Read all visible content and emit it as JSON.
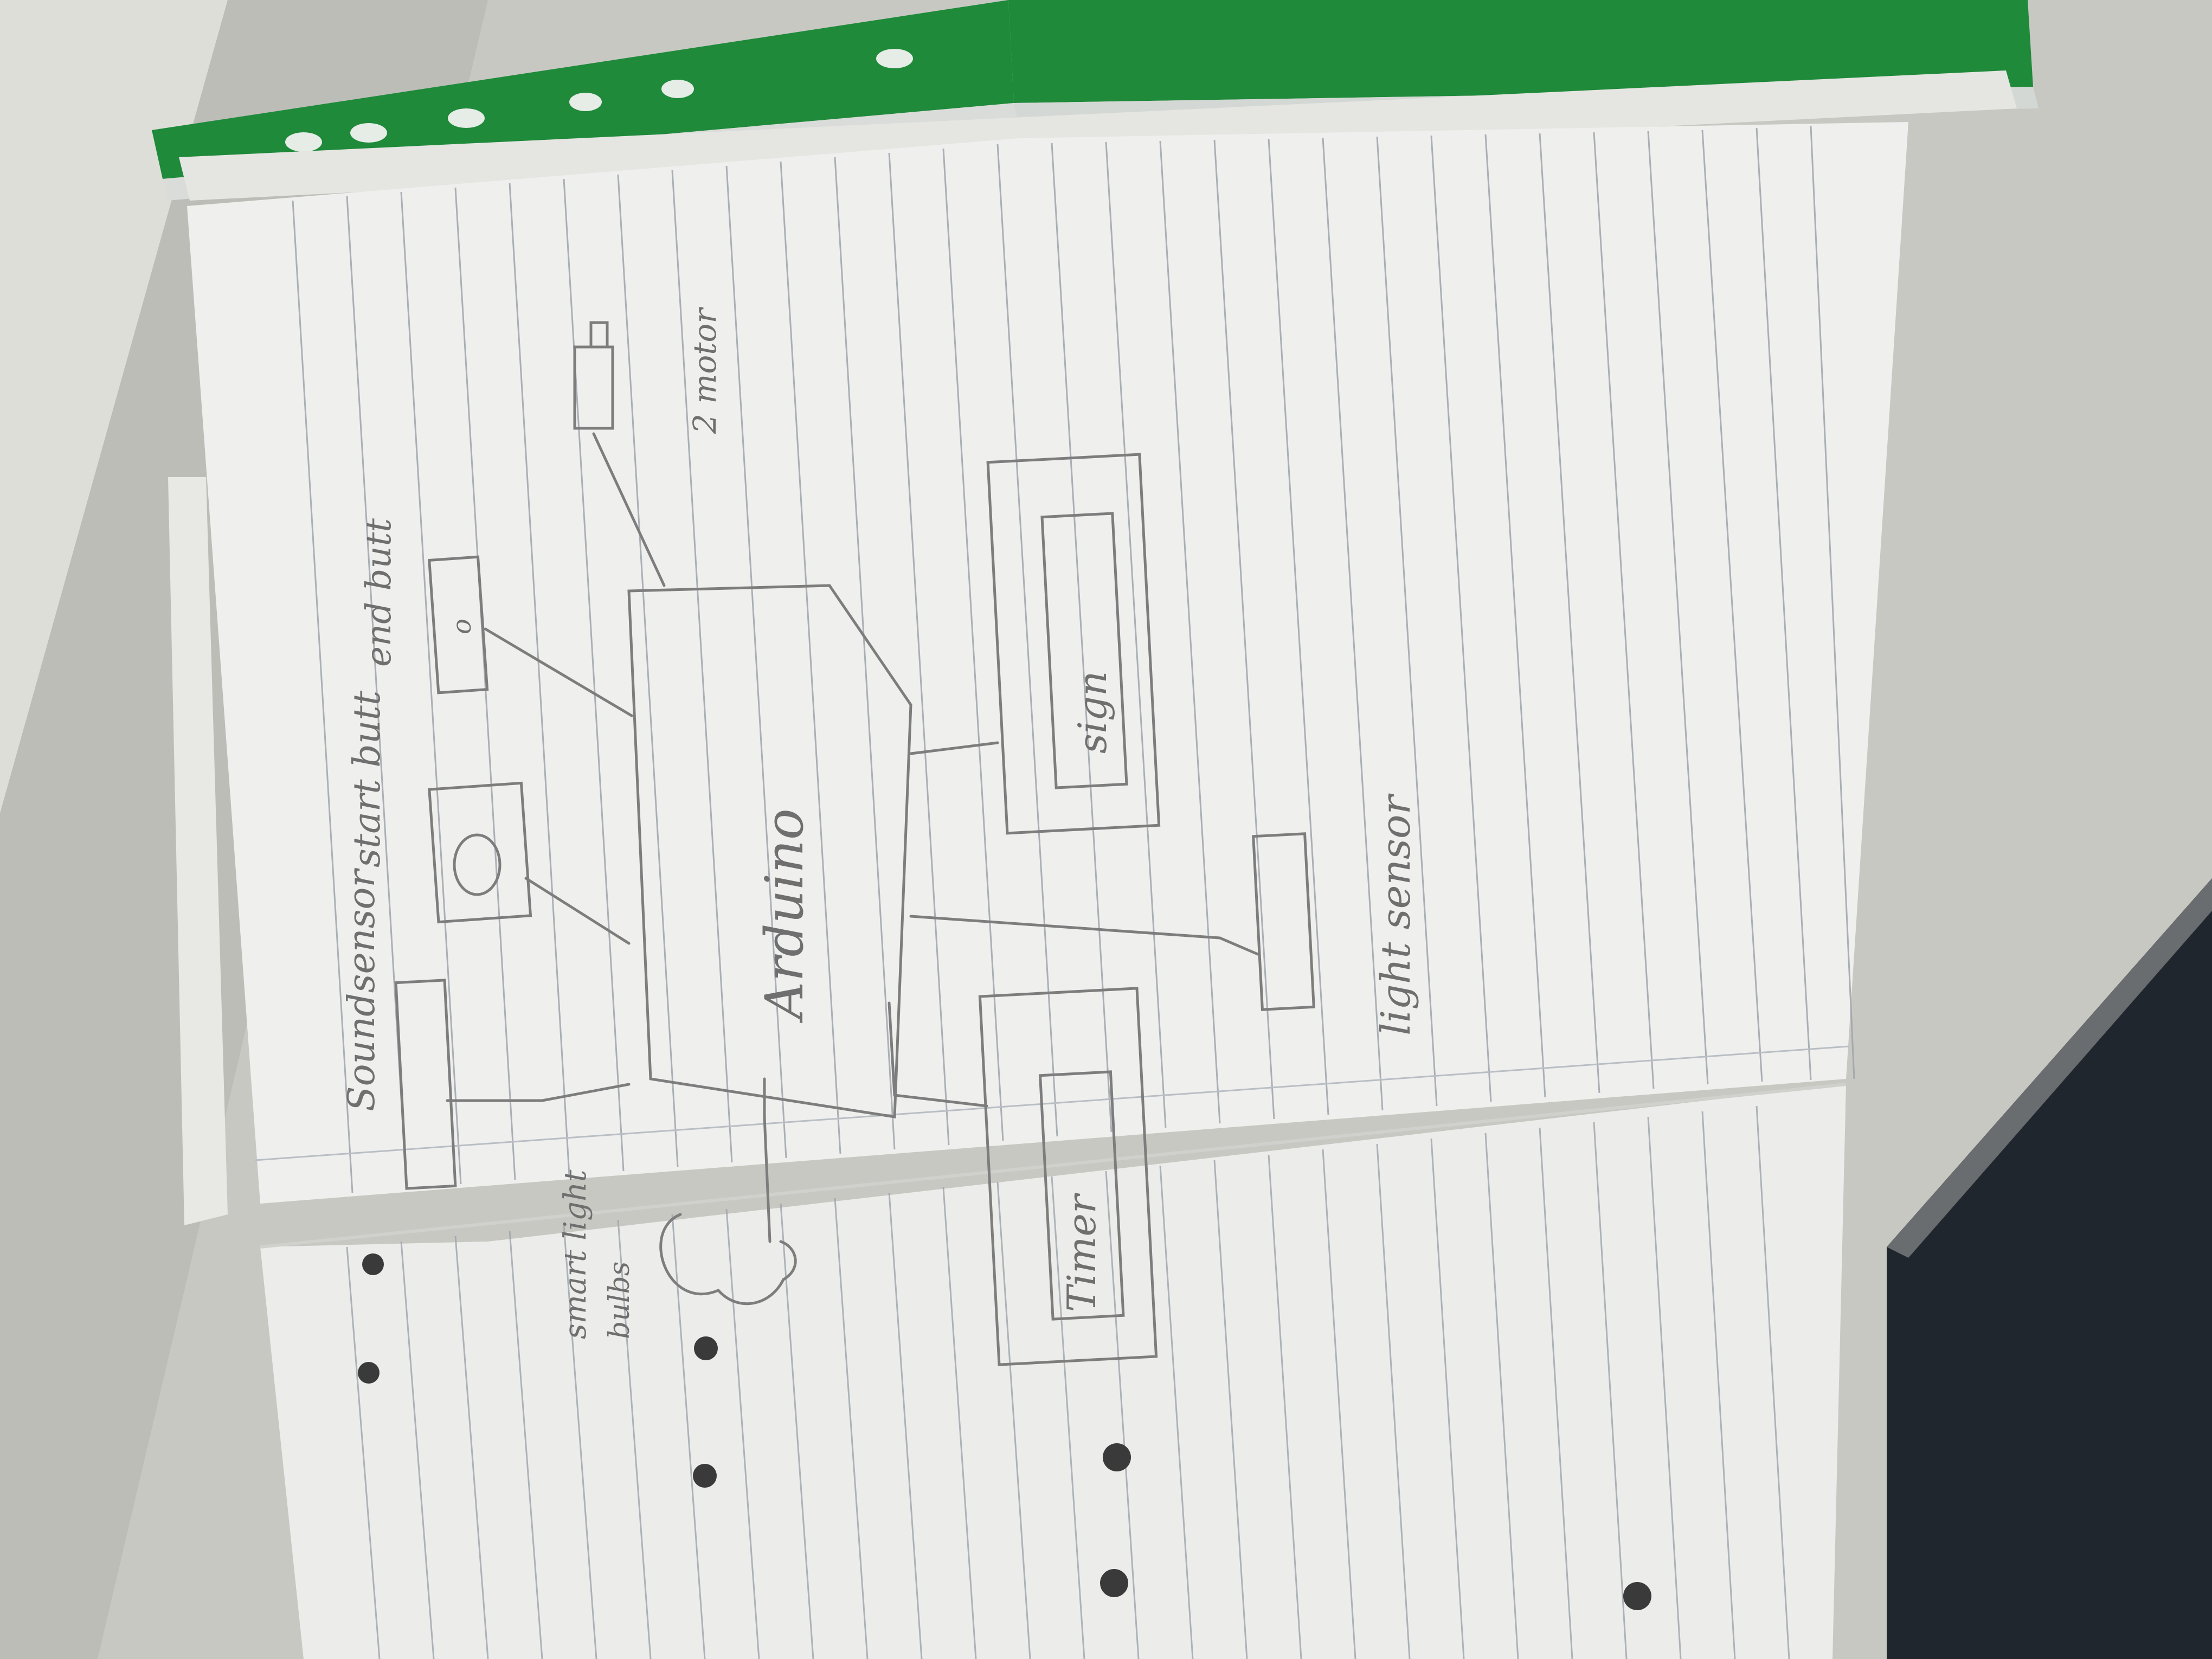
{
  "photo": {
    "surface_color": "#c9c9c4",
    "paper_color": "#efefee",
    "ruling_color": "#9aa0a8",
    "pencil_color": "#7a7a7a",
    "folder_color": "#1f8a3a"
  },
  "sketch": {
    "components": {
      "sound_sensor": "Soundsensor",
      "start_button": "start butt",
      "end_button": "end butt",
      "motor": "2 motor",
      "controller": "Arduino",
      "smart_bulbs_line1": "smart light",
      "smart_bulbs_line2": "bulbs",
      "display": "sign",
      "timer": "Timer",
      "light_sensor": "light sensor"
    },
    "button_glyph": "o"
  }
}
